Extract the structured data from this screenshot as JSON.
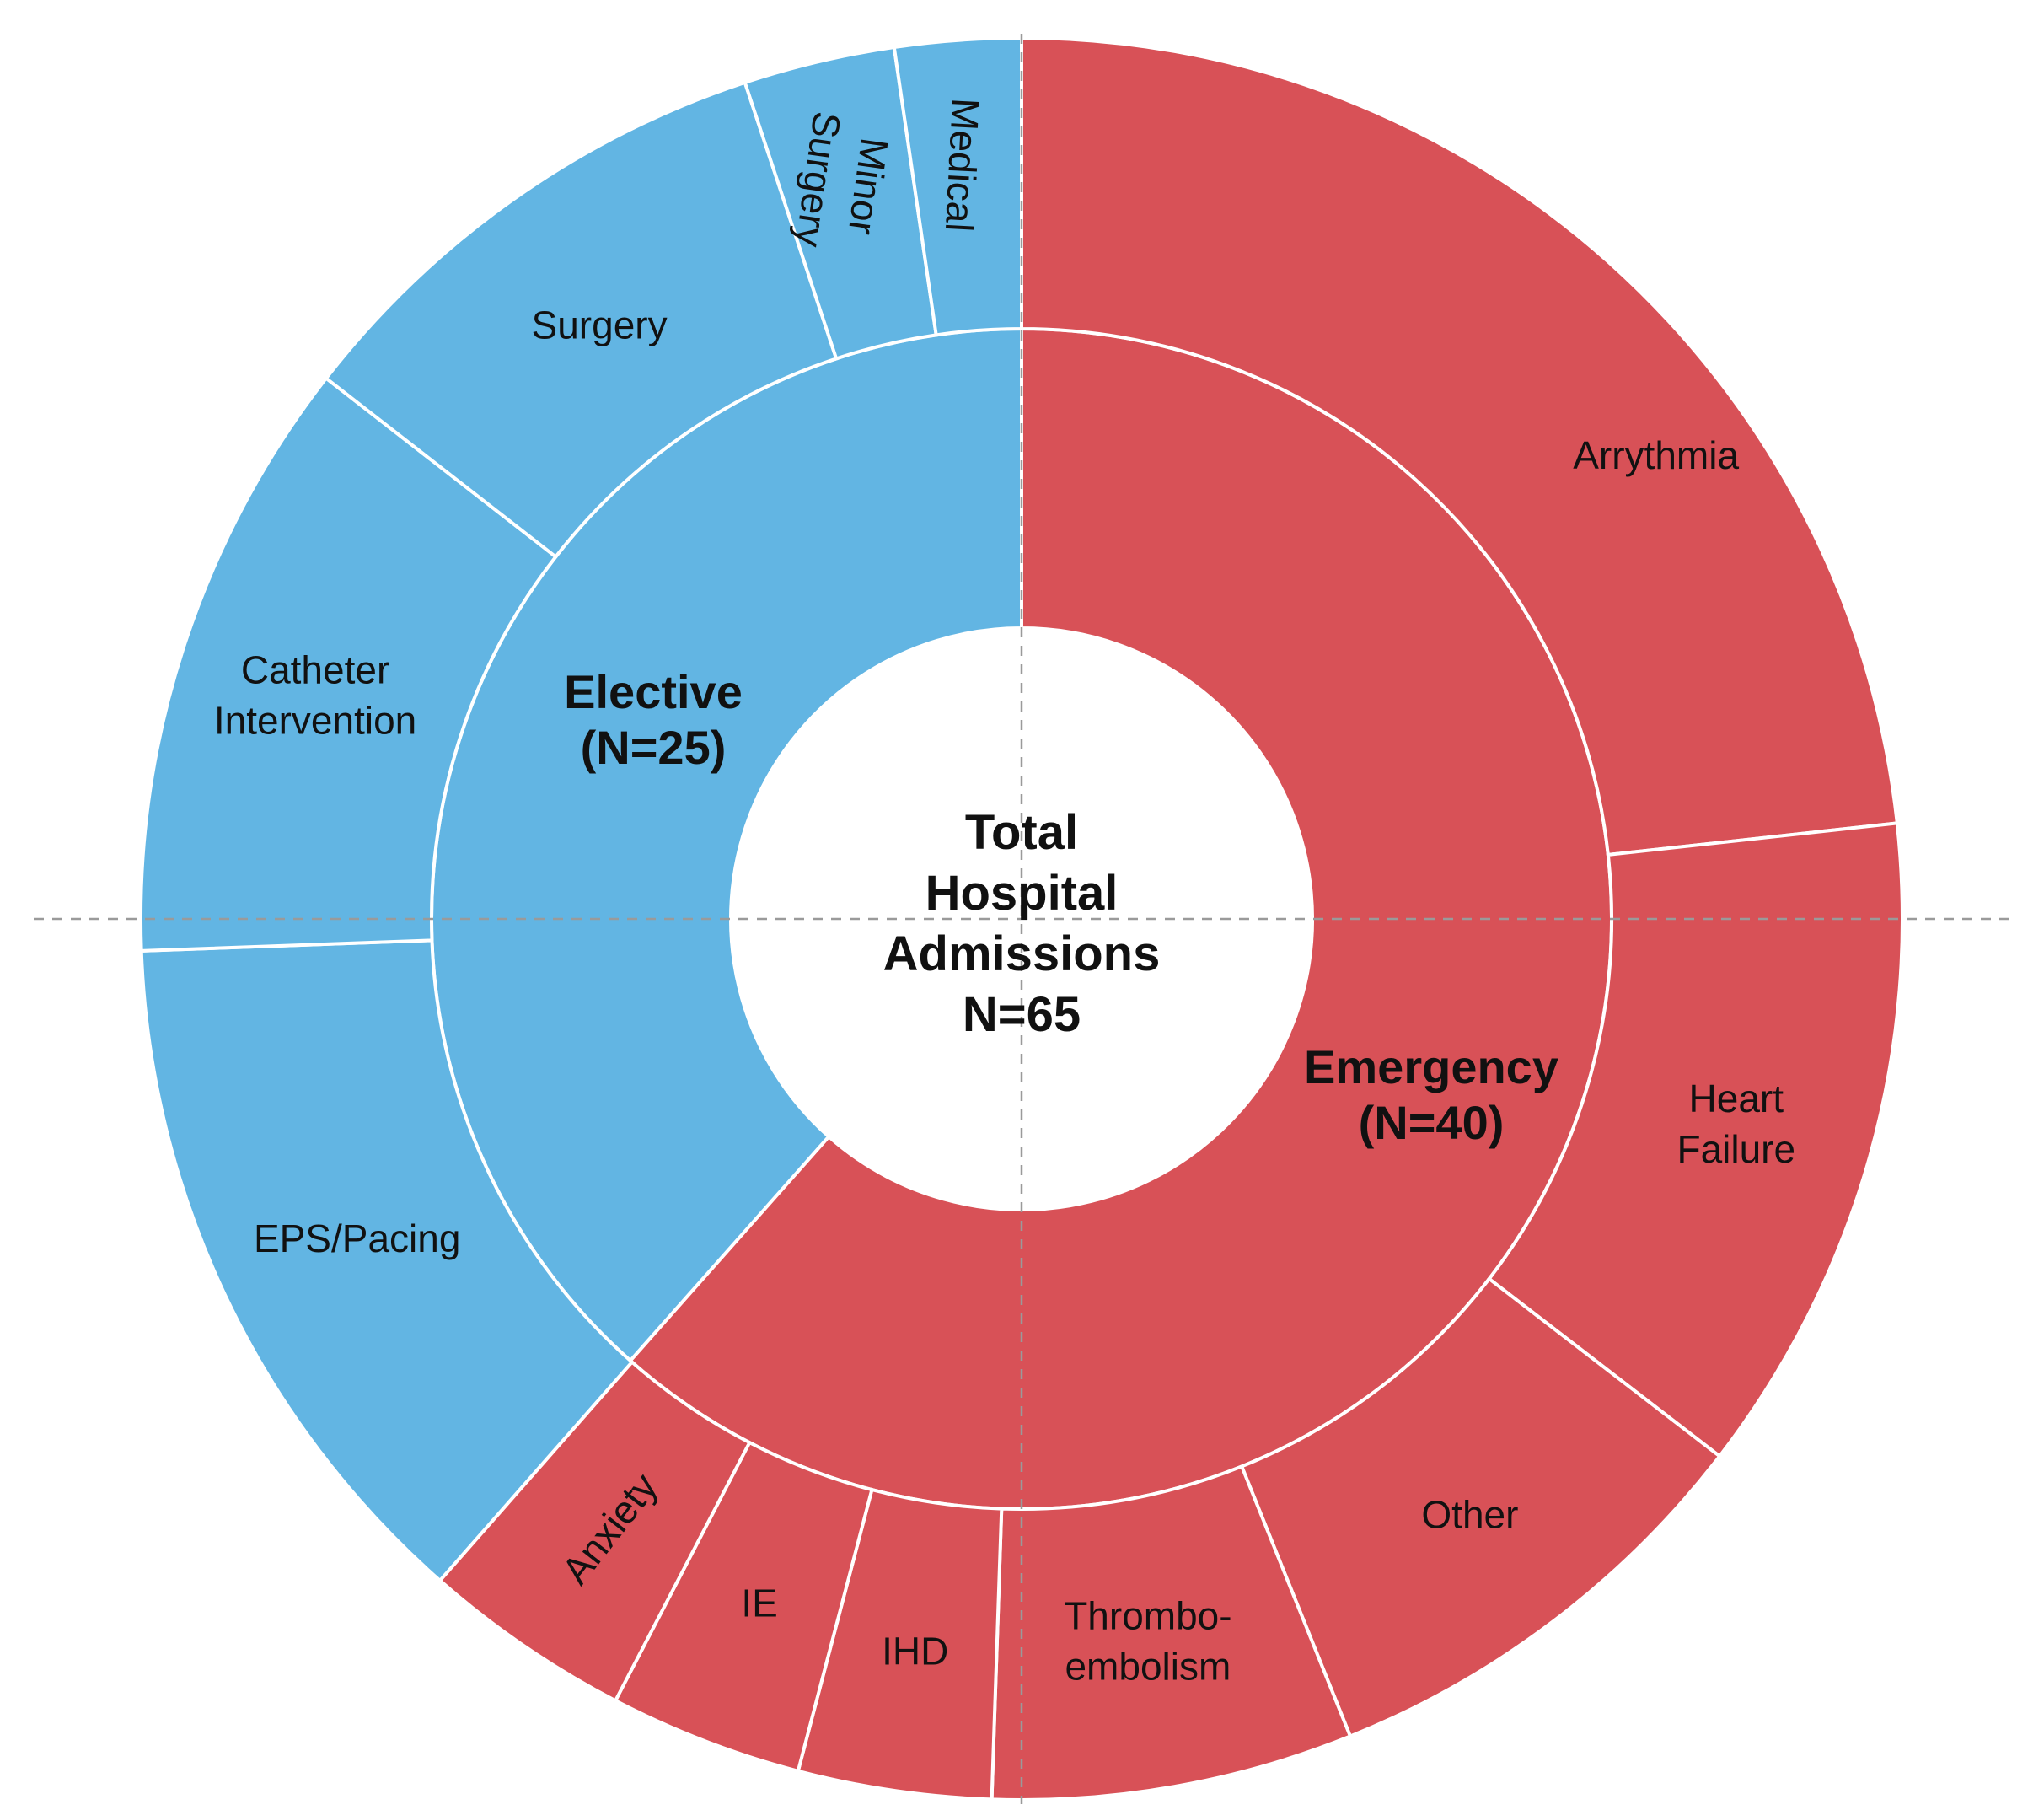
{
  "chart_data": {
    "type": "sunburst",
    "center": {
      "lines": [
        "Total",
        "Hospital",
        "Admissions",
        "N=65"
      ]
    },
    "inner_ring": [
      {
        "name": "Elective",
        "lines": [
          "Elective",
          "(N=25)"
        ],
        "value": 25,
        "color": "#62b5e3"
      },
      {
        "name": "Emergency",
        "lines": [
          "Emergency",
          "(N=40)"
        ],
        "value": 40,
        "color": "#d85157"
      }
    ],
    "outer_ring": [
      {
        "parent": "Emergency",
        "lines": [
          "Arrythmia"
        ],
        "value": 15.1,
        "color": "#d85157"
      },
      {
        "parent": "Emergency",
        "lines": [
          "Heart",
          "Failure"
        ],
        "value": 7.9,
        "color": "#d85157"
      },
      {
        "parent": "Emergency",
        "lines": [
          "Other"
        ],
        "value": 5.5,
        "color": "#d85157"
      },
      {
        "parent": "Emergency",
        "lines": [
          "Thrombo-",
          "embolism"
        ],
        "value": 4.3,
        "color": "#d85157"
      },
      {
        "parent": "Emergency",
        "lines": [
          "IHD"
        ],
        "value": 2.3,
        "color": "#d85157"
      },
      {
        "parent": "Emergency",
        "lines": [
          "IE"
        ],
        "value": 2.3,
        "color": "#d85157"
      },
      {
        "parent": "Emergency",
        "lines": [
          "Anxiety"
        ],
        "value": 2.5,
        "color": "#d85157"
      },
      {
        "parent": "Elective",
        "lines": [
          "EPS/Pacing"
        ],
        "value": 8.4,
        "color": "#62b5e3"
      },
      {
        "parent": "Elective",
        "lines": [
          "Catheter",
          "Intervention"
        ],
        "value": 7.2,
        "color": "#62b5e3"
      },
      {
        "parent": "Elective",
        "lines": [
          "Surgery"
        ],
        "value": 6.1,
        "color": "#62b5e3"
      },
      {
        "parent": "Elective",
        "lines": [
          "Minor",
          "Surgery"
        ],
        "value": 1.8,
        "color": "#62b5e3"
      },
      {
        "parent": "Elective",
        "lines": [
          "Medical"
        ],
        "value": 1.5,
        "color": "#62b5e3"
      }
    ],
    "guide_lines": true
  }
}
